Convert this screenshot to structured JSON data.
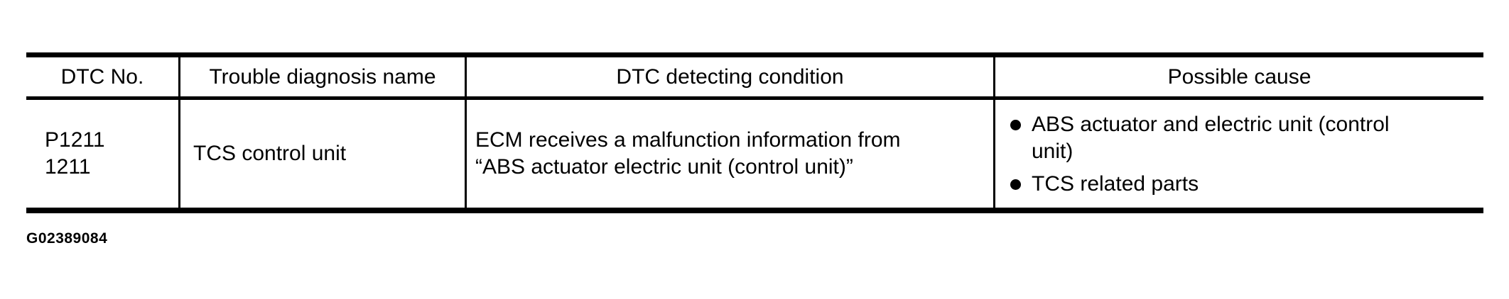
{
  "page": {
    "background_color": "#ffffff",
    "text_color": "#000000",
    "figure_code": "G02389084"
  },
  "table": {
    "headers": {
      "dtc_no": "DTC No.",
      "trouble_diagnosis_name": "Trouble diagnosis name",
      "dtc_detecting_condition": "DTC detecting condition",
      "possible_cause": "Possible cause"
    },
    "rows": [
      {
        "dtc_no_lines": [
          "P1211",
          "1211"
        ],
        "trouble_diagnosis_name": "TCS control unit",
        "detecting_condition_lines": [
          "ECM receives a malfunction information from",
          "“ABS actuator electric unit (control unit)”"
        ],
        "possible_causes": [
          "ABS actuator and electric unit (control unit)",
          "TCS related parts"
        ]
      }
    ]
  }
}
